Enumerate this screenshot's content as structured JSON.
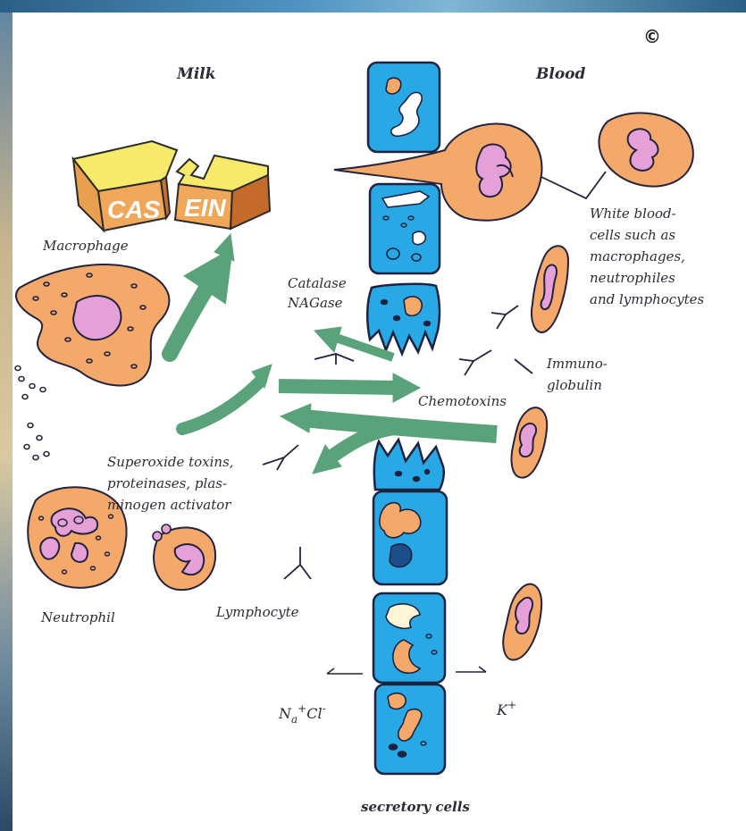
{
  "copyright_symbol": "©",
  "labels": {
    "milk": "Milk",
    "blood": "Blood",
    "macrophage": "Macrophage",
    "catalase": "Catalase",
    "nagase": "NAGase",
    "white_blood_1": "White blood-",
    "white_blood_2": "cells such as",
    "white_blood_3": "macrophages,",
    "white_blood_4": "neutrophiles",
    "white_blood_5": "and lymphocytes",
    "immuno_1": "Immuno-",
    "immuno_2": "globulin",
    "chemotoxins": "Chemotoxins",
    "superoxide_1": "Superoxide toxins,",
    "superoxide_2": "proteinases, plas-",
    "superoxide_3": "minogen activator",
    "neutrophil": "Neutrophil",
    "lymphocyte": "Lymphocyte",
    "na": "N",
    "na_sub": "a",
    "na_rest": "Cl",
    "na_sup_plus": "+",
    "na_sup_minus": "-",
    "k": "K",
    "k_sup": "+",
    "secretory": "secretory cells"
  },
  "casein_block": {
    "left": "CAS",
    "right": "EIN"
  },
  "colors": {
    "cell_orange": "#f4a86a",
    "nucleus_pink": "#e6a0d8",
    "secretory_blue": "#29a8e6",
    "arrow_green": "#5aa37a",
    "outline": "#222244"
  }
}
